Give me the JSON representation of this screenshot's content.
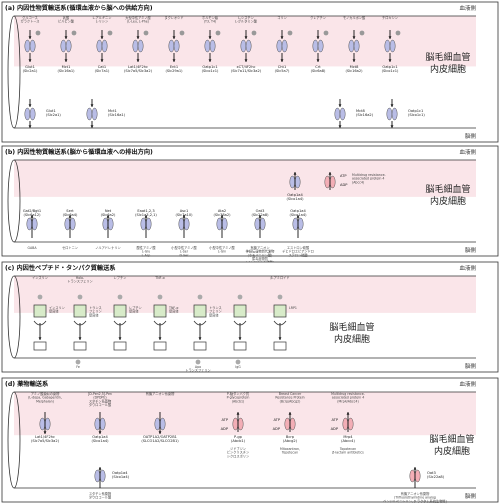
{
  "colors": {
    "blood_band": "#f9dfe3",
    "transporter_blue": "#b9bde6",
    "transporter_pink": "#f3aeb6",
    "receptor_green": "#d8ebc9",
    "tube_stroke": "#333333"
  },
  "panel_a": {
    "title": "(a) 内因性物質輸送系(循環血液から脳への供給方向)",
    "blood_side": "血液側",
    "brain_side": "脳側",
    "cell_label_1": "脳毛細血管",
    "cell_label_2": "内皮細胞",
    "top_transporters": [
      {
        "sub": "グルコース\nガラクトース",
        "name": "Glut1\n(Slc2a1)"
      },
      {
        "sub": "乳酸\nピルビン酸",
        "name": "Mct1\n(Slc16a1)"
      },
      {
        "sub": "L-アルギニン\nL-リシン",
        "name": "Cat1\n(Slc7a1)"
      },
      {
        "sub": "大型中性アミノ酸\n(L-Leu, L-Phe)",
        "name": "Lat1/4F2hc\n(Slc7a5/Slc3a2)"
      },
      {
        "sub": "ヌクレオシド",
        "name": "Ent1\n(Slc29a1)"
      },
      {
        "sub": "ホルモン類\n(T3, T4)",
        "name": "Oatp1c1\n(Slco1c1)"
      },
      {
        "sub": "L-シスチン\nL-グルタミン酸",
        "name": "xCT/4F2hc\n(Slc7a11/Slc3a2)"
      },
      {
        "sub": "コリン",
        "name": "Cht1\n(Slc5a7)"
      },
      {
        "sub": "クレアチン",
        "name": "Crt\n(Slc6a8)"
      },
      {
        "sub": "モノカルボン酸",
        "name": "Mct8\n(Slc16a2)"
      },
      {
        "sub": "チロキシン",
        "name": "Oatp1c1\n(Slco1c1)"
      }
    ],
    "bottom_transporters": [
      {
        "name": "Glut1\n(Slc2a1)"
      },
      {
        "name": "Mct1\n(Slc16a1)"
      },
      {
        "name": "Mct8\n(Slc16a2)"
      },
      {
        "name": "Oatp1c1\n(Slco1c1)"
      }
    ]
  },
  "panel_b": {
    "title": "(b) 内因性物質輸送系(脳から循環血液への排出方向)",
    "blood_side": "血液側",
    "brain_side": "脳側",
    "cell_label_1": "脳毛細血管",
    "cell_label_2": "内皮細胞",
    "top_transporters": [
      {
        "name": "Oatp1a4\n(Slco1a4)"
      },
      {
        "name": "Mrp4\n(Abcc4)"
      }
    ],
    "mrp_label": "Multidrug resistance-\nassociated protein 4\n(Abcc4)",
    "atp": "ATP",
    "adp": "ADP",
    "bottom_transporters": [
      {
        "name": "Gat2/Bgt1\n(Slc6a12)",
        "sub": "GABA"
      },
      {
        "name": "Sert\n(Slc6a4)",
        "sub": "セロトニン"
      },
      {
        "name": "Net\n(Slc6a2)",
        "sub": "ノルアドレナリン"
      },
      {
        "name": "Eaat1,2,3\n(Slc1a3,2,1)",
        "sub": "酸性アミノ酸\nL-Glu\nL-Asp"
      },
      {
        "name": "Asc1\n(Slc7a10)",
        "sub": "小型中性アミノ酸\nL-Ser\nD-Ser"
      },
      {
        "name": "Ata2\n(Slc38a2)",
        "sub": "小型中性アミノ酸\nL-Gln"
      },
      {
        "name": "Oat3\n(Slc22a8)",
        "sub": "有機アニオン\n神経伝達物質代謝物\n(ホモバニリン酸)\n尿毒症物質\n(インドキシル硫酸)\n抗ウイルス薬\n(アシクロビル)"
      },
      {
        "name": "Oatp1a4\n(Slco1a4)",
        "sub": "エストロン硫酸\nデヒドロエピアンドロ\nステロン硫酸"
      }
    ]
  },
  "panel_c": {
    "title": "(c) 内因性ペプチド・タンパク質輸送系",
    "blood_side": "血液側",
    "brain_side": "脳側",
    "cell_label_1": "脳毛細血管",
    "cell_label_2": "内皮細胞",
    "ligands": [
      {
        "name": "インスリン",
        "receptor": "インスリン\n受容体"
      },
      {
        "name": "Holo-\nトランスフェリン",
        "receptor": "トランス\nフェリン\n受容体"
      },
      {
        "name": "レプチン",
        "receptor": "レプチン\n受容体"
      },
      {
        "name": "TNF-α",
        "receptor": "TNF-α\n受容体"
      },
      {
        "name": "",
        "receptor": "トランス\nフェリン\n受容体"
      },
      {
        "name": "",
        "receptor": ""
      },
      {
        "name": "β-アミロイド",
        "receptor": "LRP1"
      }
    ],
    "bottom_labels": [
      "Fe",
      "Apo\nトランスフェリン",
      "IgG"
    ]
  },
  "panel_d": {
    "title": "(d) 薬物輸送系",
    "blood_side": "血液側",
    "brain_side": "脳側",
    "cell_label_1": "脳毛細血管",
    "cell_label_2": "内皮細胞",
    "top_transporters": [
      {
        "name": "Lat1/4F2hc\n(Slc7a5/Slc3a2)",
        "sub": "アミノ酸類似の薬物\n(L-dopa, Gabapentin,\nMelphalan)"
      },
      {
        "name": "Oatp1a4\n(Slco1a4)",
        "sub": "[D-Pen2,5]-Pen\n(DPDPE)\nスタチン系薬物\nタウロコール酸"
      },
      {
        "name": "OATP1A2/OATP2B1\n(SLCO1A2/SLCO2B1)",
        "sub": "有機アニオン系薬物"
      },
      {
        "name": "P-gp\n(Abcb1)",
        "sub": "P-糖タンパク質\nP-glycoprotein\n(Abcb1)"
      },
      {
        "name": "Bcrp\n(Abcg2)",
        "sub": "Breast Cancer\nResistance Protein\n(Bcrp/Abcg2)"
      },
      {
        "name": "Mrp4\n(Abcc4)",
        "sub": "Multidrug resistance-\nassociated protein 4\n(Mrp4/Abcc4)"
      }
    ],
    "atp": "ATP",
    "adp": "ADP",
    "bottom_transporters": [
      {
        "name": "Oatp1a4\n(Slco1a4)",
        "sub": "スタチン系薬物\nタウロコール酸"
      },
      {
        "name": "Oat3\n(Slc22a8)",
        "sub": "有機アニオン系薬物\n(Trifluorothymidine analog\nベンジルペニシリン, β-ラクタム系抗生物質)"
      }
    ],
    "drug_notes": [
      "Mitoxantron,\nTopotecan",
      "Topotecan\nβ-lactam antibiotics",
      "ジドブジン\nビンクリスチン\nシクロスポリン"
    ]
  }
}
